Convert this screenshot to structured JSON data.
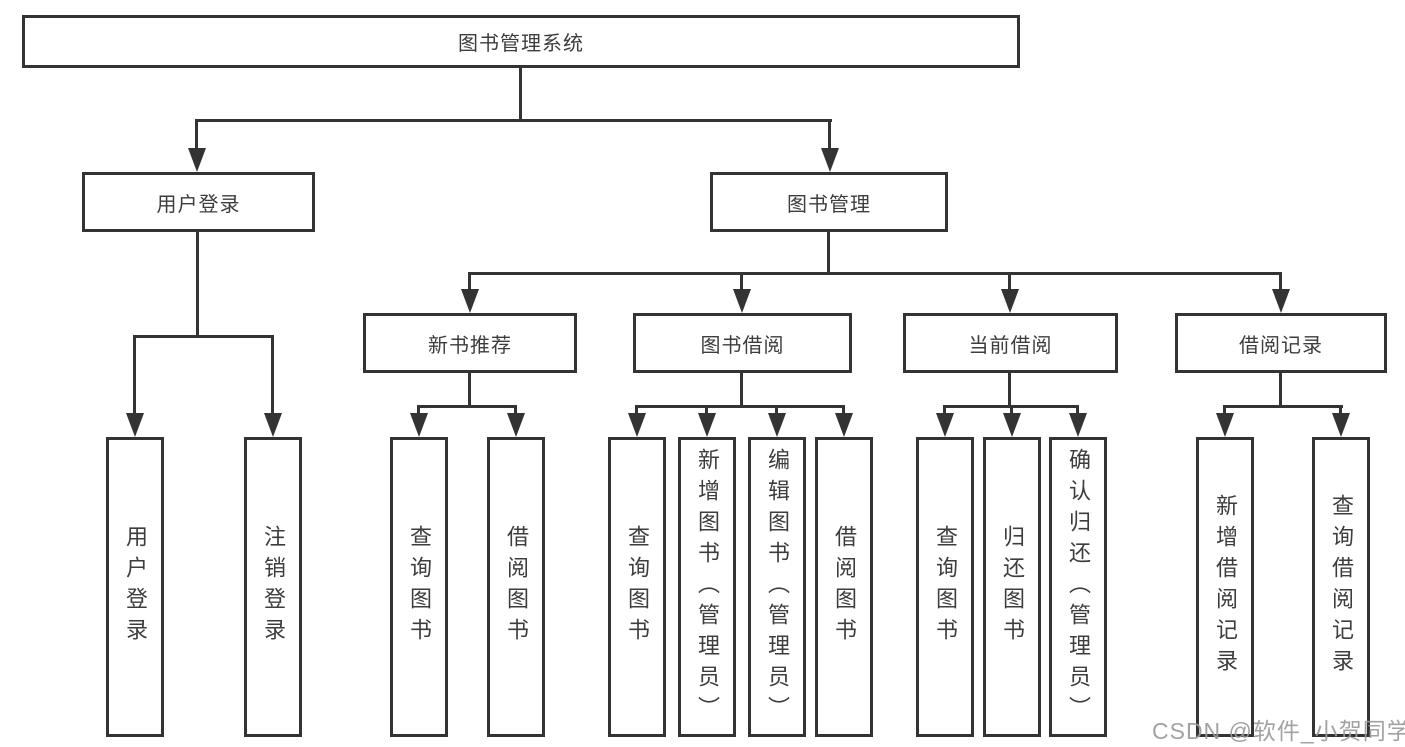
{
  "tree": {
    "root": {
      "label": "图书管理系统"
    },
    "level1": [
      {
        "label": "用户登录"
      },
      {
        "label": "图书管理"
      }
    ],
    "level2": [
      {
        "label": "新书推荐"
      },
      {
        "label": "图书借阅"
      },
      {
        "label": "当前借阅"
      },
      {
        "label": "借阅记录"
      }
    ],
    "leaves": {
      "user_login": [
        {
          "label": "用户登录"
        },
        {
          "label": "注销登录"
        }
      ],
      "new_book": [
        {
          "label": "查询图书"
        },
        {
          "label": "借阅图书"
        }
      ],
      "book_borrow": [
        {
          "label": "查询图书"
        },
        {
          "label": "新增图书（管理员）"
        },
        {
          "label": "编辑图书（管理员）"
        },
        {
          "label": "借阅图书"
        }
      ],
      "current_borrow": [
        {
          "label": "查询图书"
        },
        {
          "label": "归还图书"
        },
        {
          "label": "确认归还（管理员）"
        }
      ],
      "borrow_record": [
        {
          "label": "新增借阅记录"
        },
        {
          "label": "查询借阅记录"
        }
      ]
    }
  },
  "watermark": {
    "text": "CSDN @软件_小贺同学",
    "color": "#9b9b9b"
  },
  "colors": {
    "line": "#333333",
    "box_border": "#333333",
    "text": "#3d3d3d",
    "background": "#ffffff"
  }
}
